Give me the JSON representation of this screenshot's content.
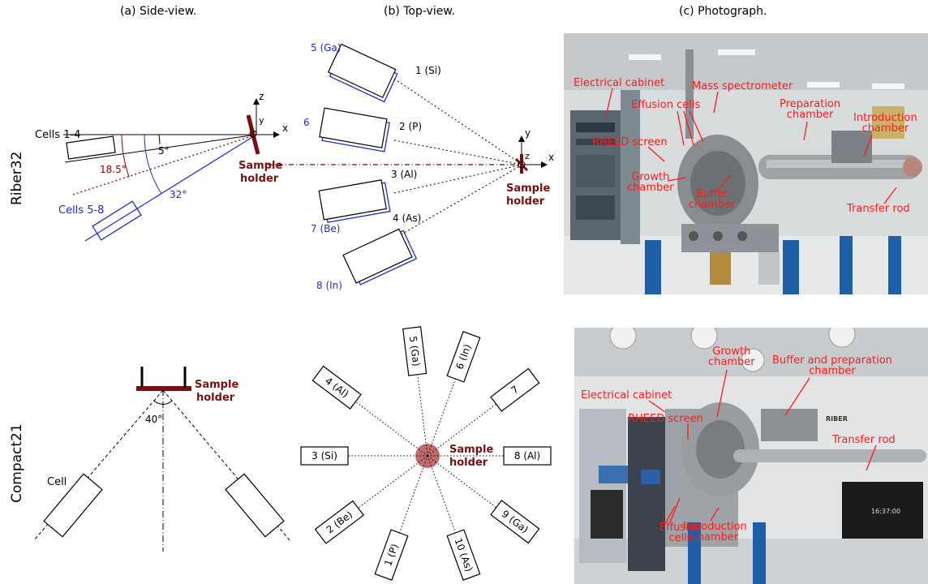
{
  "columns": {
    "a": "(a) Side-view.",
    "b": "(b) Top-view.",
    "c": "(c) Photograph."
  },
  "rows": {
    "top": "Riber32",
    "bottom": "Compact21"
  },
  "riber_side": {
    "cells_1_4": "Cells 1-4",
    "cells_5_8": "Cells 5-8",
    "angle_5": "5°",
    "angle_18_5": "18.5°",
    "angle_32": "32°",
    "axis_x": "x",
    "axis_y": "y",
    "axis_z": "z",
    "holder_1": "Sample",
    "holder_2": "holder"
  },
  "riber_top": {
    "cell_ga": "5 (Ga)",
    "cell_si": "1 (Si)",
    "cell_6": "6",
    "cell_p": "2 (P)",
    "cell_al": "3 (Al)",
    "cell_be": "7 (Be)",
    "cell_as": "4 (As)",
    "cell_in": "8 (In)",
    "axis_x": "x",
    "axis_y": "y",
    "axis_z": "z",
    "holder_1": "Sample",
    "holder_2": "holder"
  },
  "compact_side": {
    "cell": "Cell",
    "angle_40": "40°",
    "holder_1": "Sample",
    "holder_2": "holder"
  },
  "compact_top": {
    "cells": [
      "5 (Ga)",
      "6 (In)",
      "4 (Al)",
      "7",
      "3 (Si)",
      "8 (Al)",
      "2 (Be)",
      "9 (Ga)",
      "1 (P)",
      "10 (As)"
    ],
    "holder_1": "Sample",
    "holder_2": "holder"
  },
  "photo_riber": {
    "electrical_cabinet": "Electrical cabinet",
    "mass_spectrometer": "Mass spectrometer",
    "effusion_cells": "Effusion cells",
    "preparation_chamber_1": "Preparation",
    "preparation_chamber_2": "chamber",
    "introduction_chamber_1": "Introduction",
    "introduction_chamber_2": "chamber",
    "rheed_screen": "RHEED screen",
    "growth_chamber_1": "Growth",
    "growth_chamber_2": "chamber",
    "buffer_chamber_1": "Buffer",
    "buffer_chamber_2": "chamber",
    "transfer_rod": "Transfer rod"
  },
  "photo_compact": {
    "growth_chamber_1": "Growth",
    "growth_chamber_2": "chamber",
    "buffer_prep_1": "Buffer and preparation",
    "buffer_prep_2": "chamber",
    "electrical_cabinet": "Electrical cabinet",
    "rheed_screen": "RHEED screen",
    "transfer_rod": "Transfer rod",
    "effusion_cells_1": "Effusion",
    "effusion_cells_2": "cells",
    "introduction_chamber_1": "Introduction",
    "introduction_chamber_2": "chamber",
    "brand": "RIBER",
    "clock": "16:37:00"
  },
  "colors": {
    "holder": "#7a0f0f",
    "blue": "#1f2ad6",
    "red_annot": "#ff1a1a",
    "dotted_red": "#8b0000"
  }
}
